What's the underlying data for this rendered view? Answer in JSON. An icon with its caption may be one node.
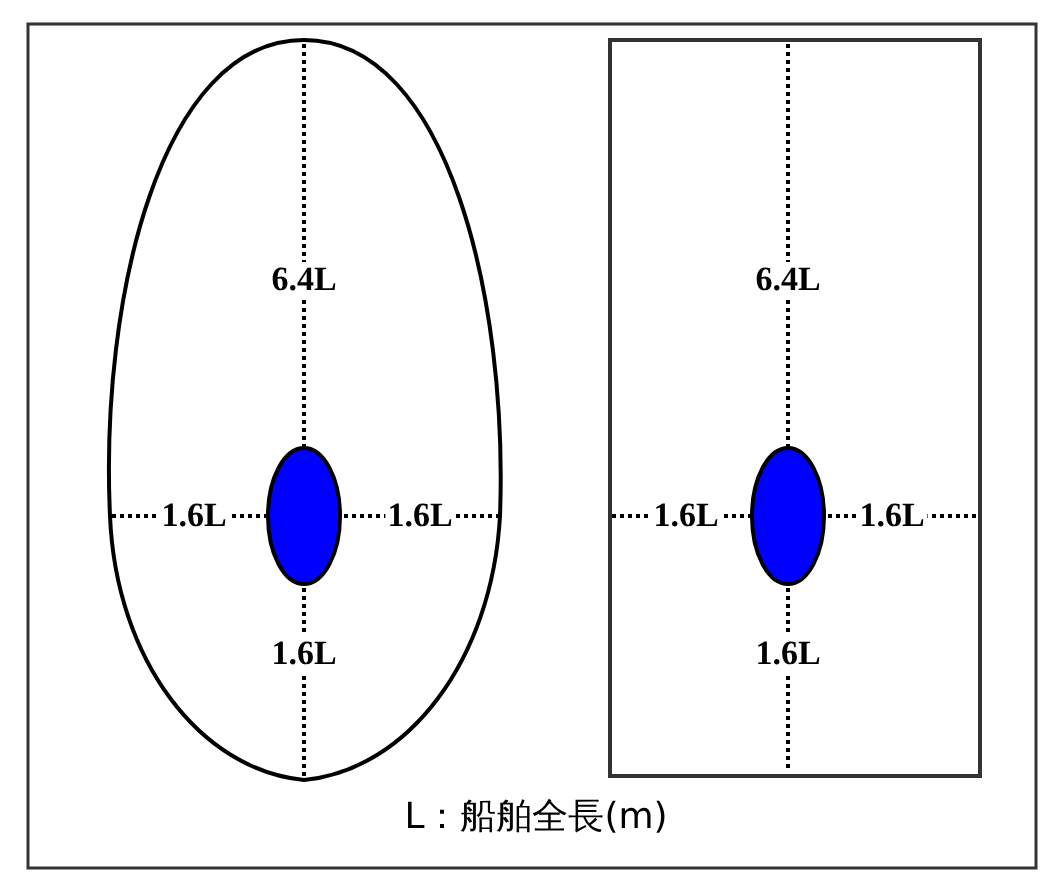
{
  "diagram": {
    "caption": "L：船舶全長(m)",
    "labels": [
      "6.4L",
      "1.6L",
      "1.6L",
      "1.6L",
      "6.4L",
      "1.6L",
      "1.6L",
      "1.6L"
    ]
  }
}
